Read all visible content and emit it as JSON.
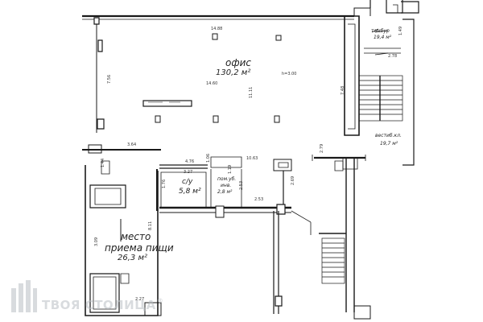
{
  "rooms": {
    "office": {
      "name": "офис",
      "area": "130,2 м²",
      "height": "h=3.00"
    },
    "vestibule_top": {
      "name": "тамбур",
      "area": "19,4 м²"
    },
    "vestibule_lobby": {
      "name": "вестиб.кл.",
      "area": "19,7 м²"
    },
    "bathroom": {
      "name": "с/у",
      "area": "5,8 м²"
    },
    "utility": {
      "name_line1": "пом.уб.",
      "name_line2": "инв.",
      "area": "2,8 м²"
    },
    "eating": {
      "name_line1": "место",
      "name_line2": "приема пищи",
      "area": "26,3 м²"
    }
  },
  "dimensions": {
    "office_width": "14.88",
    "office_inner": "14.60",
    "office_left": "7.56",
    "office_mid": "11.11",
    "office_right": "7.48",
    "stair_top": "1.49",
    "stair_top_w": "2.78",
    "left_wall": "3.64",
    "d_144": "1.44",
    "d_476": "4.76",
    "d_327": "3.27",
    "d_106": "1.06",
    "d_119": "1.19",
    "d_1063": "10.63",
    "d_176": "1.76",
    "d_253a": "2.53",
    "d_253b": "2.53",
    "d_269": "2.69",
    "d_279": "2.79",
    "d_811": "8.11",
    "d_309": "3.09",
    "d_227": "2.27"
  },
  "watermark": {
    "text": "ТВОЯ СТОЛИЦА",
    "reg": "®"
  },
  "colors": {
    "wall": "#1a1a1a",
    "line": "#333333",
    "watermark": "#b9bec4"
  }
}
